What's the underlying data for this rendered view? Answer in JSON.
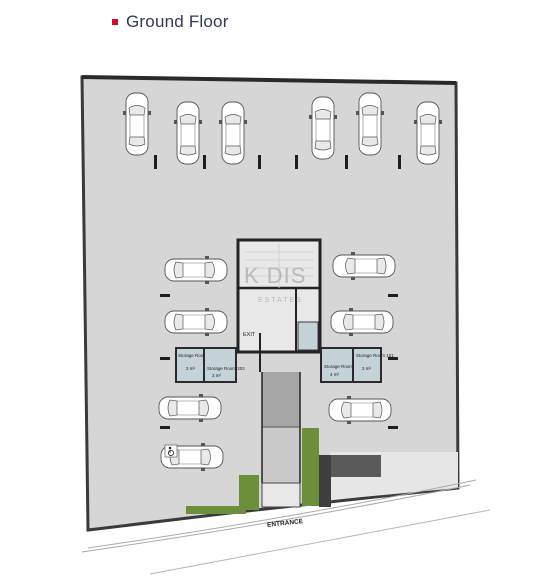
{
  "header": {
    "title": "Ground Floor",
    "bullet_color": "#c8102e"
  },
  "watermark": {
    "line1": "K DIS",
    "line2": "ESTATES"
  },
  "rooms": {
    "storage_102": {
      "label": "Storage Room 102",
      "area": "3 m²"
    },
    "storage_202": {
      "label": "Storage Room 202",
      "area": "3 m²"
    },
    "storage_201": {
      "label": "Storage Room 201",
      "area": "4 m²"
    },
    "storage_101": {
      "label": "Storage Room 101",
      "area": "3 m²"
    }
  },
  "labels": {
    "exit": "EXIT",
    "entrance": "ENTRANCE"
  },
  "colors": {
    "floor": "#d6d6d6",
    "ramp": "#a6a6a6",
    "wall": "#2a2a2a",
    "green": "#6b8f3a",
    "storage": "#c5d3d8"
  },
  "icons": {
    "car": "car-icon",
    "accessible": "wheelchair-icon"
  }
}
